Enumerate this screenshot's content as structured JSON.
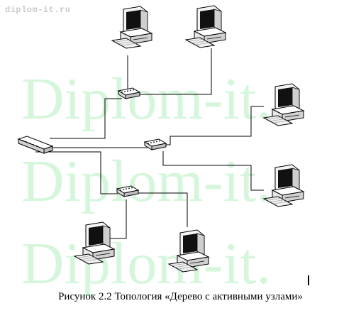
{
  "site_label": "diplom-it.ru",
  "watermark": "Diplom-it.",
  "caption": "Рисунок 2.2 Топология «Дерево с активными узлами»"
}
